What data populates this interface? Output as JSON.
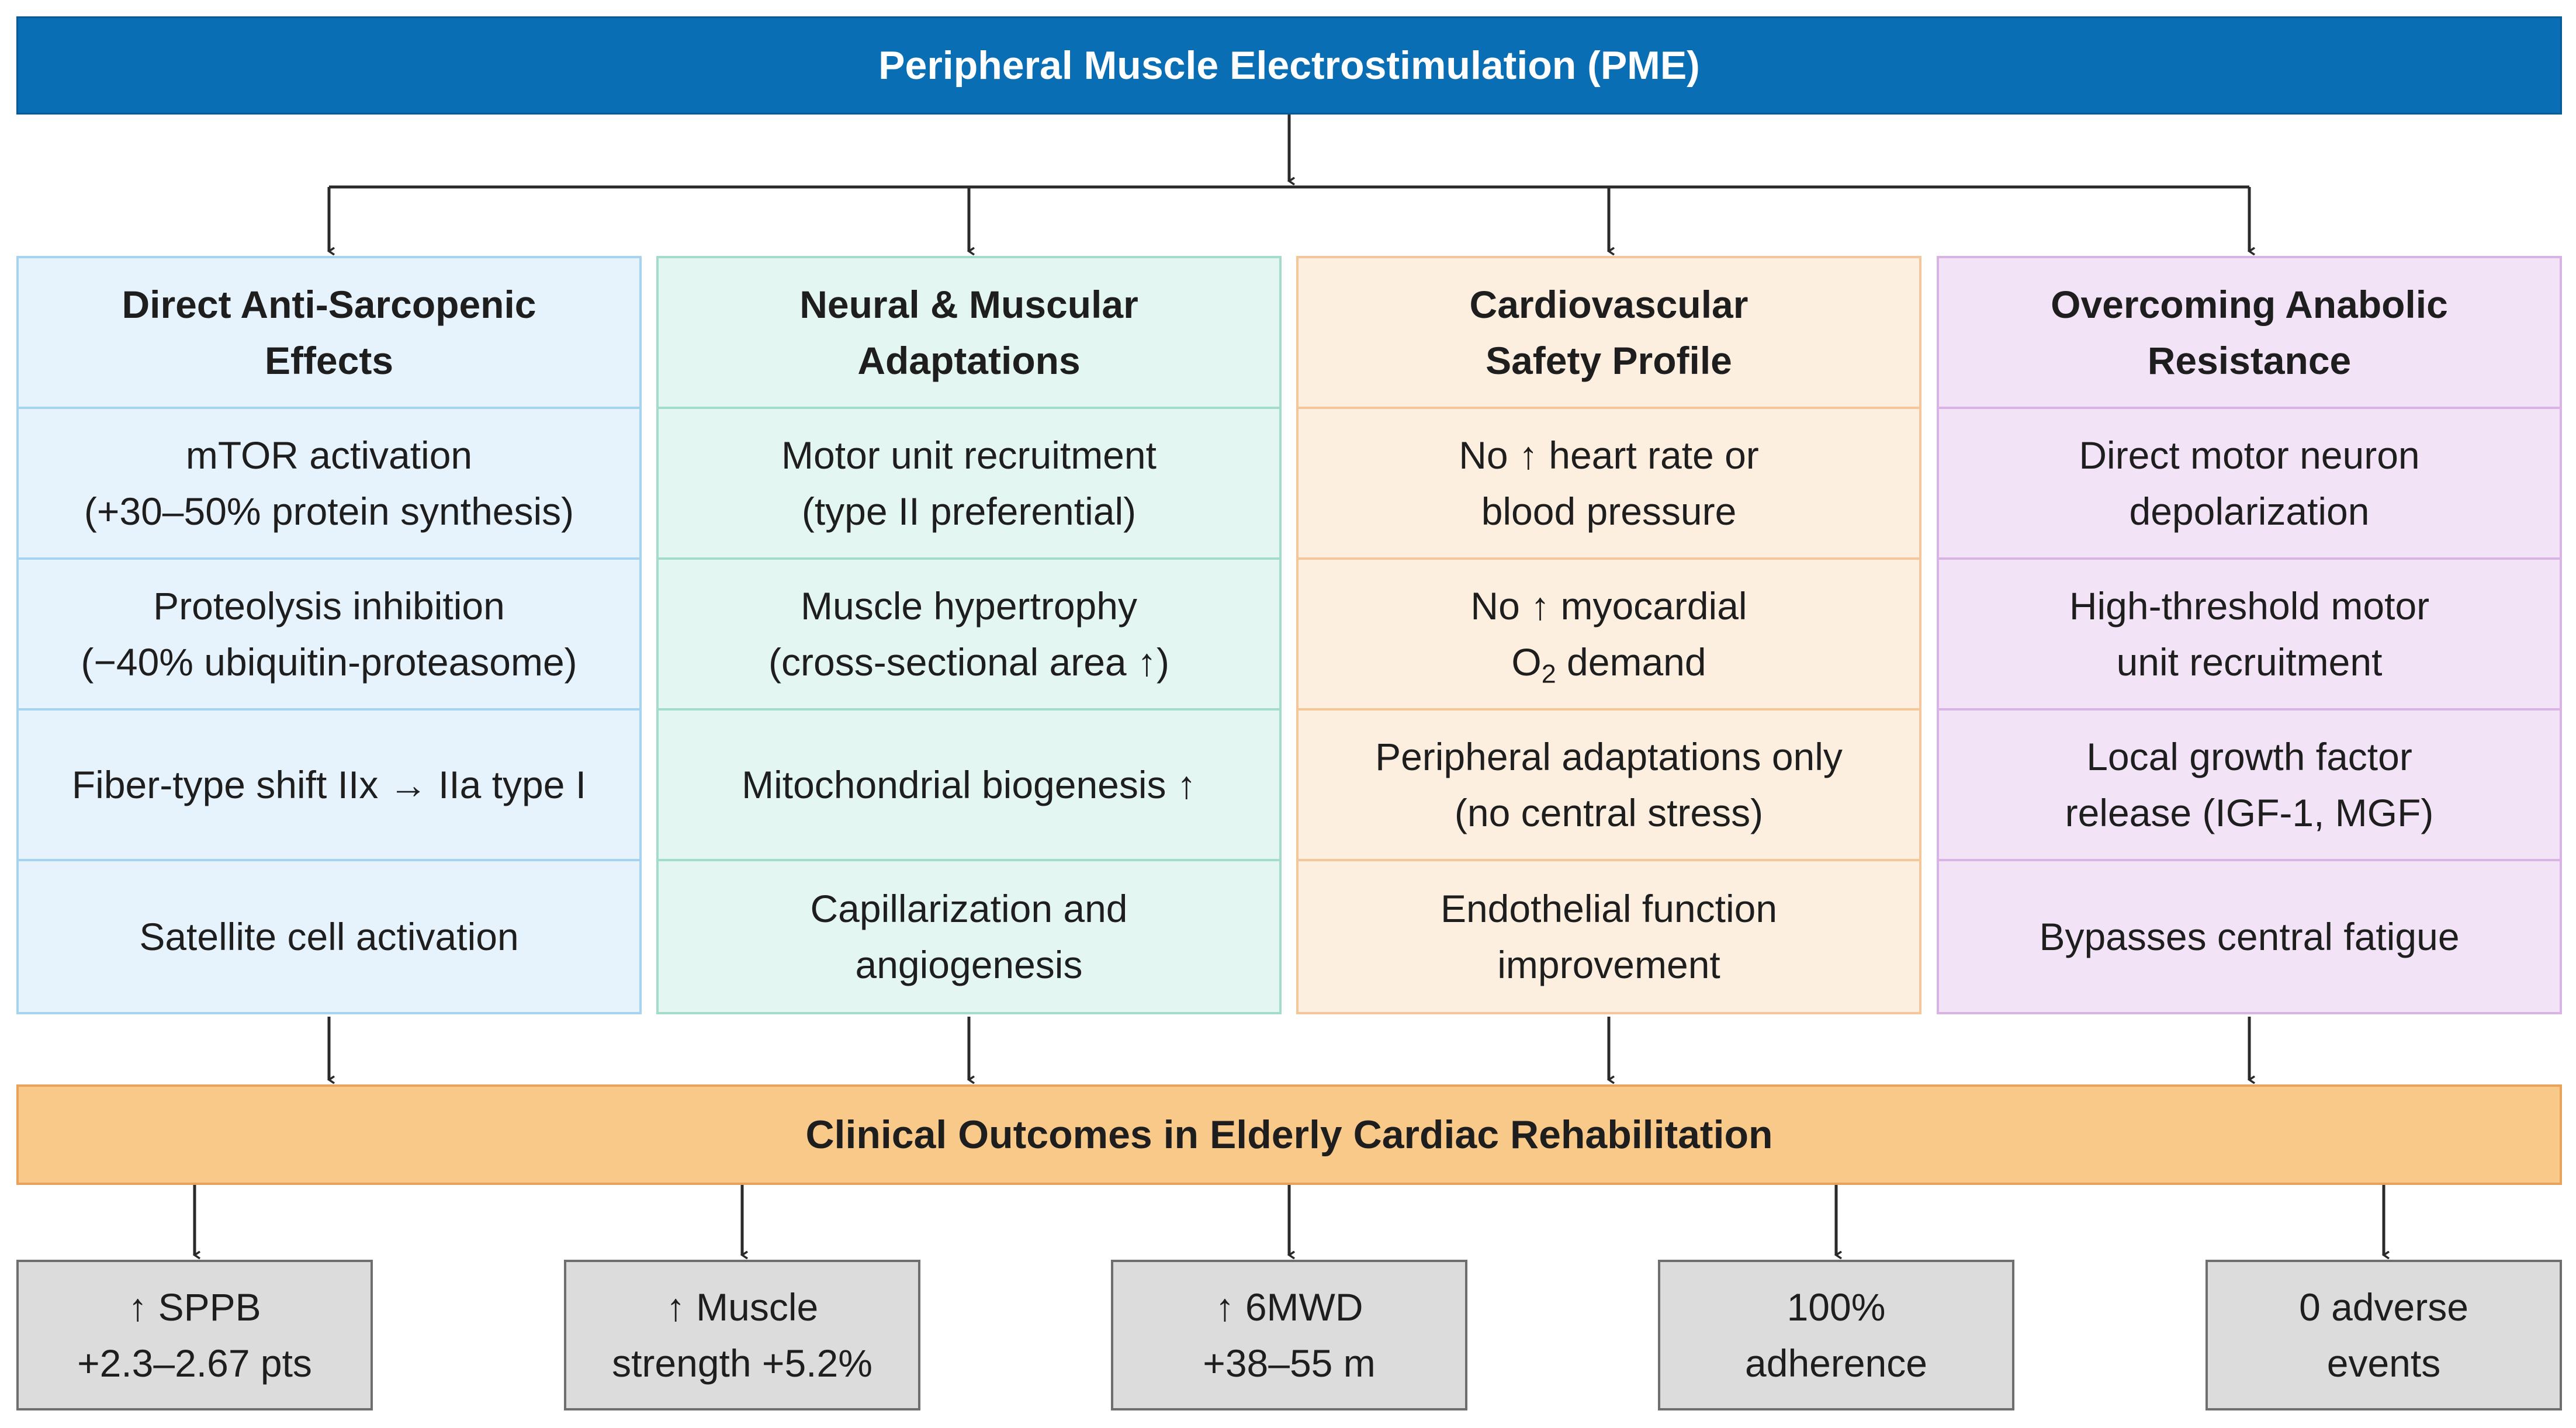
{
  "title": "Peripheral Muscle Electrostimulation (PME)",
  "columns": [
    {
      "header": "Direct Anti-Sarcopenic\nEffects",
      "items": [
        "mTOR activation\n(+30–50% protein synthesis)",
        "Proteolysis inhibition\n(−40% ubiquitin-proteasome)",
        "Fiber-type shift IIx → IIa type I",
        "Satellite cell activation"
      ]
    },
    {
      "header": "Neural & Muscular\nAdaptations",
      "items": [
        "Motor unit recruitment\n(type II preferential)",
        "Muscle hypertrophy\n(cross-sectional area ↑)",
        "Mitochondrial biogenesis ↑",
        "Capillarization and\nangiogenesis"
      ]
    },
    {
      "header": "Cardiovascular\nSafety Profile",
      "items": [
        "No ↑ heart rate or\nblood pressure",
        "No ↑ myocardial",
        "Peripheral adaptations only\n(no central stress)",
        "Endothelial function\nimprovement"
      ],
      "o2_main": "O",
      "o2_sub": "2",
      "o2_rest": " demand"
    },
    {
      "header": "Overcoming Anabolic\nResistance",
      "items": [
        "Direct motor neuron\ndepolarization",
        "High-threshold motor\nunit recruitment",
        "Local growth factor\nrelease (IGF-1, MGF)",
        "Bypasses central fatigue"
      ]
    }
  ],
  "outcomes_title": "Clinical Outcomes in Elderly Cardiac Rehabilitation",
  "outcomes": [
    "↑ SPPB\n+2.3–2.67 pts",
    "↑ Muscle\nstrength +5.2%",
    "↑ 6MWD\n+38–55 m",
    "100%\nadherence",
    "0 adverse\nevents"
  ],
  "colors": {
    "title_bar": "#0a6eb4",
    "col_1": "#e6f3fc",
    "col_2": "#e4f6f1",
    "col_3": "#fdefdf",
    "col_4": "#f2e4f6",
    "outcomes_bar": "#f9c98a",
    "outcome_box": "#dcdcdc"
  }
}
